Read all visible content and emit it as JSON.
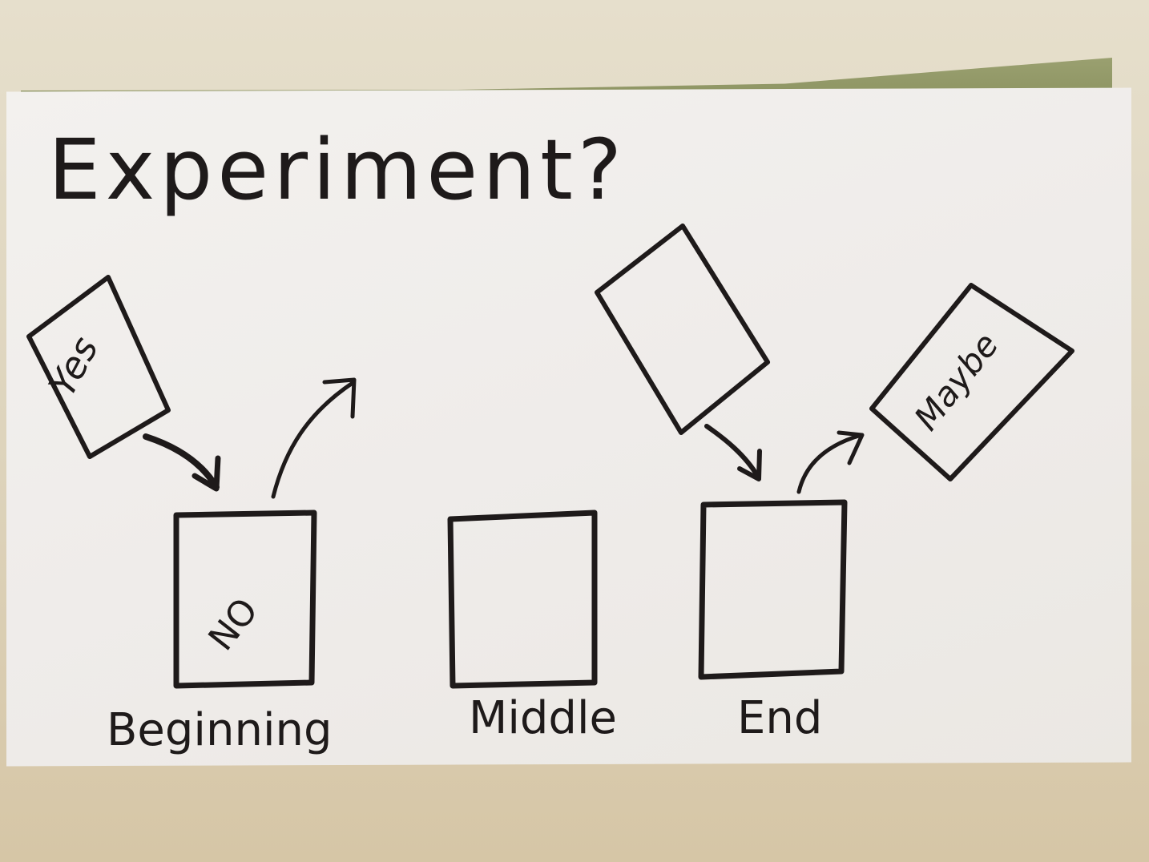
{
  "title": "Experiment?",
  "colors": {
    "ink": "#1e1a1a",
    "card": "#f0eeeb",
    "background": "#ddd3bb",
    "underlying_card_edge": "#8d9462"
  },
  "stages": [
    {
      "label": "Beginning",
      "box_text": "NO"
    },
    {
      "label": "Middle",
      "box_text": ""
    },
    {
      "label": "End",
      "box_text": ""
    }
  ],
  "tilted_cards": [
    {
      "text": "Yes",
      "position": "left of Beginning, arrow points into Beginning"
    },
    {
      "text": "",
      "position": "above End, arrow points into End"
    },
    {
      "text": "Maybe",
      "position": "right of End, arrow from End points to it"
    }
  ],
  "arrows": [
    {
      "from": "Yes card",
      "to": "Beginning box"
    },
    {
      "from": "Beginning box",
      "to": "outward (up-right)"
    },
    {
      "from": "blank tilted card",
      "to": "End box"
    },
    {
      "from": "End box",
      "to": "Maybe card"
    }
  ]
}
